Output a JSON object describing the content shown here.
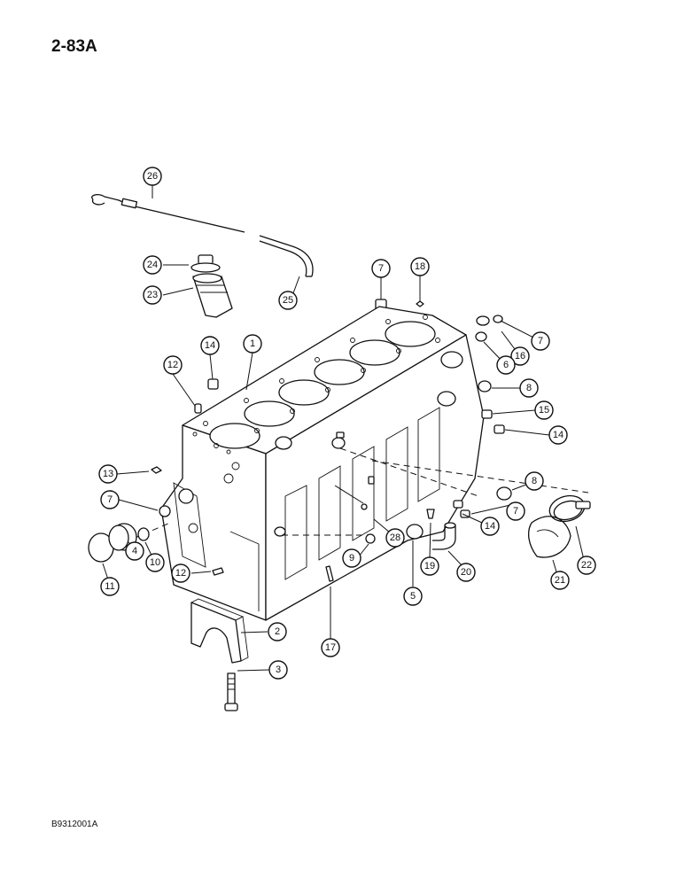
{
  "page": {
    "page_number": "2-83A",
    "figure_code": "B9312001A"
  },
  "callouts": {
    "c1": "1",
    "c2": "2",
    "c3": "3",
    "c4": "4",
    "c5": "5",
    "c6": "6",
    "c7a": "7",
    "c7b": "7",
    "c7c": "7",
    "c7d": "7",
    "c8a": "8",
    "c8b": "8",
    "c9": "9",
    "c10": "10",
    "c11": "11",
    "c12a": "12",
    "c12b": "12",
    "c13": "13",
    "c14a": "14",
    "c14b": "14",
    "c14c": "14",
    "c15": "15",
    "c16": "16",
    "c17": "17",
    "c18": "18",
    "c19": "19",
    "c20": "20",
    "c21": "21",
    "c22": "22",
    "c23": "23",
    "c24": "24",
    "c25": "25",
    "c26": "26",
    "c28": "28"
  }
}
